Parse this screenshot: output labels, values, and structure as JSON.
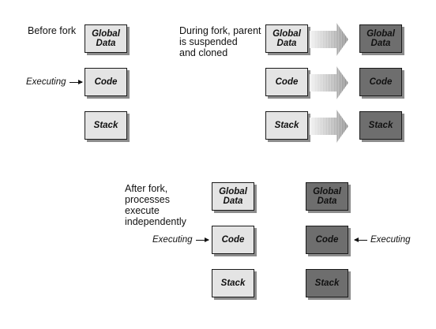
{
  "captions": {
    "before": "Before fork",
    "during": "During fork, parent\nis suspended\nand cloned",
    "after": "After fork,\nprocesses\nexecute\nindependently"
  },
  "segments": [
    "Global\nData",
    "Code",
    "Stack"
  ],
  "executing_label": "Executing",
  "colors": {
    "parent_fill": "#e4e4e4",
    "child_fill": "#6e6e6e",
    "border": "#1a1a1a",
    "shadow": "#8c8c8c"
  }
}
